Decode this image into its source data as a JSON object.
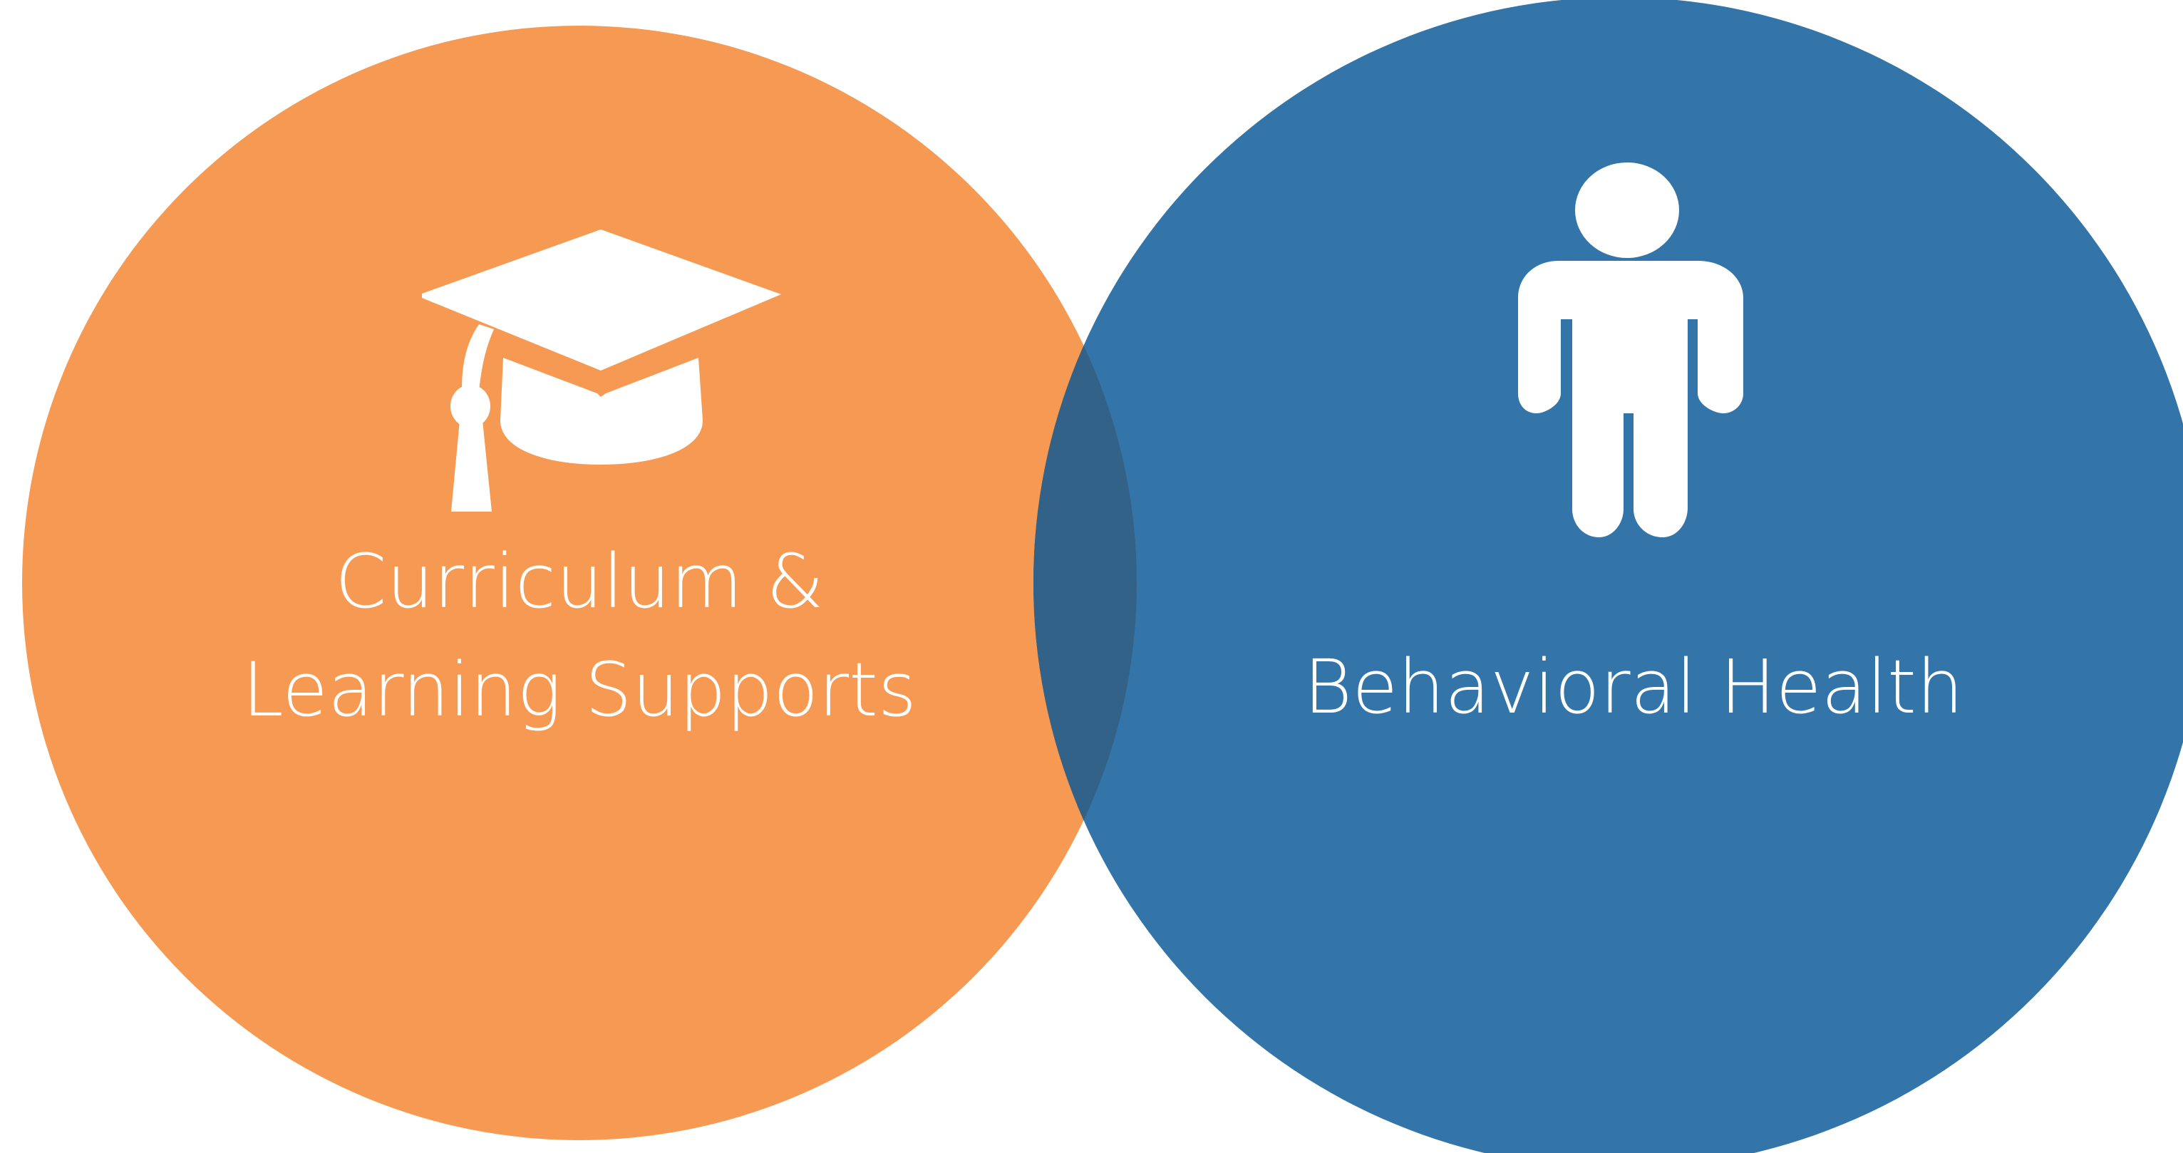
{
  "venn": {
    "left_circle": {
      "label_line1": "Curriculum &",
      "label_line2": "Learning Supports",
      "icon": "graduation-cap-icon",
      "color": "#F69A53"
    },
    "right_circle": {
      "label": "Behavioral Health",
      "icon": "person-icon",
      "color": "#3475A9"
    },
    "overlap_color": "#336288"
  }
}
